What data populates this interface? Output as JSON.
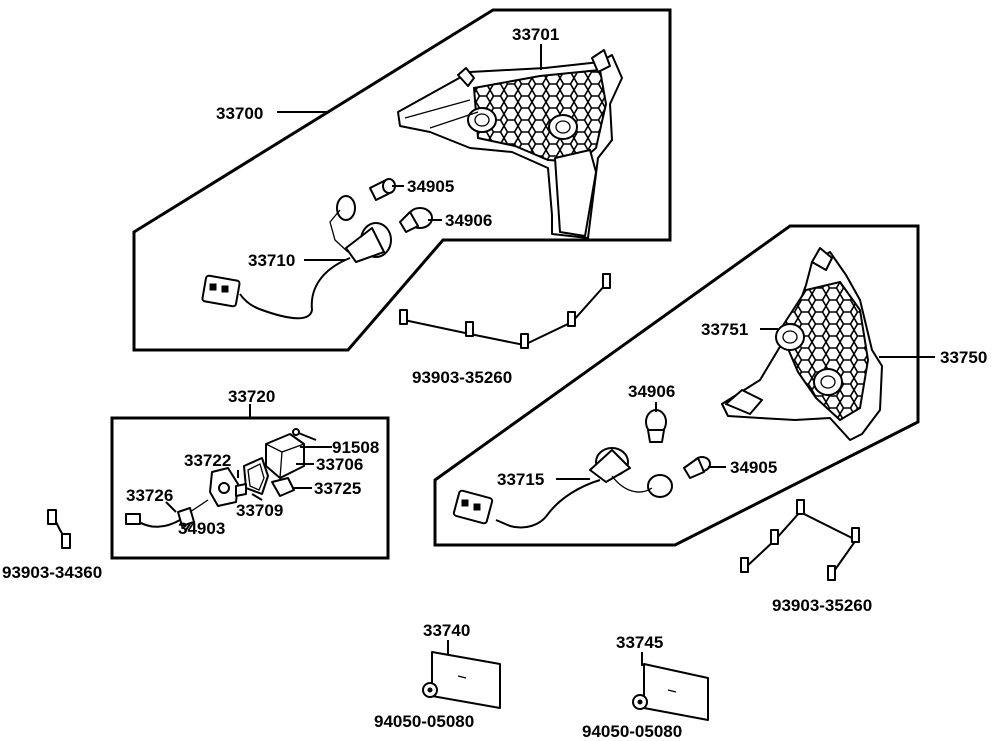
{
  "labels": {
    "p33700": "33700",
    "p33701": "33701",
    "p34905a": "34905",
    "p34906a": "34906",
    "p33710": "33710",
    "p93903_35260a": "93903-35260",
    "p33750": "33750",
    "p33751": "33751",
    "p34906b": "34906",
    "p33715": "33715",
    "p34905b": "34905",
    "p93903_35260b": "93903-35260",
    "p33720": "33720",
    "p91508": "91508",
    "p33722": "33722",
    "p33706": "33706",
    "p33725": "33725",
    "p33726": "33726",
    "p33709": "33709",
    "p34903": "34903",
    "p93903_34360": "93903-34360",
    "p33740": "33740",
    "p94050_05080a": "94050-05080",
    "p33745": "33745",
    "p94050_05080b": "94050-05080"
  },
  "colors": {
    "ink": "#000000",
    "background": "#ffffff"
  }
}
